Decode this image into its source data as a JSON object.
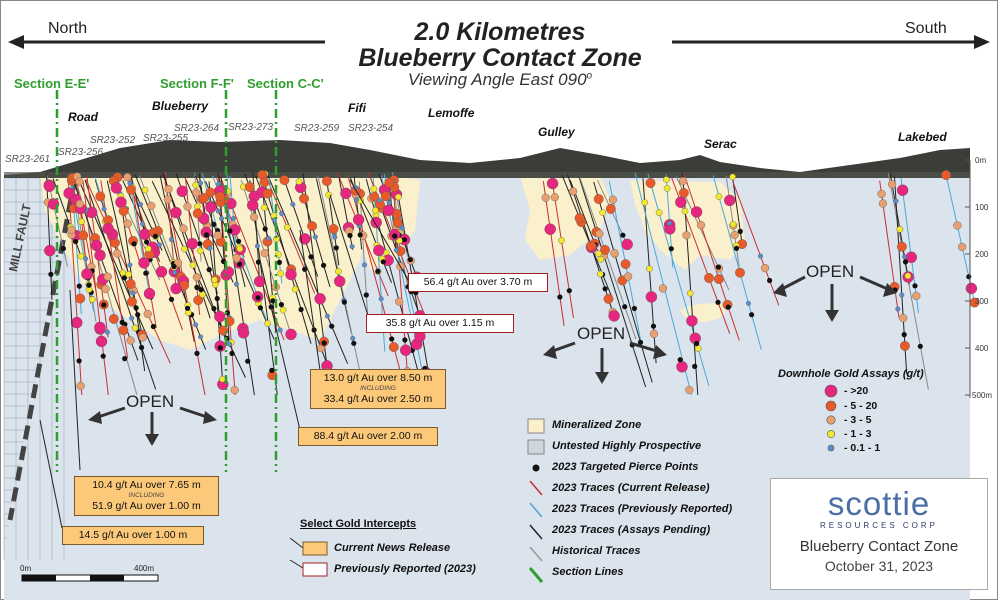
{
  "title": "2.0 Kilometres",
  "title2": "Blueberry Contact Zone",
  "subtitle": "Viewing Angle East 090",
  "subtitle_sup": "o",
  "directions": {
    "left": "North",
    "right": "South"
  },
  "sections": [
    "Section E-E'",
    "Section F-F'",
    "Section C-C'"
  ],
  "zones": [
    "Road",
    "Blueberry",
    "Fifi",
    "Lemoffe",
    "Gulley",
    "Serac",
    "Lakebed"
  ],
  "holes": [
    "SR23-261",
    "SR23-256",
    "SR23-252",
    "SR23-255",
    "SR23-264",
    "SR23-273",
    "SR23-259",
    "SR23-254"
  ],
  "depth_labels": [
    "0m",
    "100",
    "200",
    "300",
    "400",
    "500m"
  ],
  "fault_label": "MILL FAULT",
  "open_label": "OPEN",
  "intercepts": [
    {
      "text": "56.4 g/t Au over 3.70 m",
      "kind": "previous"
    },
    {
      "text": "35.8 g/t Au over 1.15 m",
      "kind": "previous"
    },
    {
      "text": "13.0 g/t Au over 8.50 m",
      "including": "INCLUDING",
      "text2": "33.4 g/t Au over 2.50 m",
      "kind": "current"
    },
    {
      "text": "88.4 g/t Au over 2.00 m",
      "kind": "current"
    },
    {
      "text": "10.4 g/t Au over 7.65 m",
      "including": "INCLUDING",
      "text2": "51.9 g/t Au over 1.00 m",
      "kind": "current"
    },
    {
      "text": "14.5 g/t Au over 1.00 m",
      "kind": "current"
    }
  ],
  "assay_legend": {
    "title": "Downhole Gold Assays (g/t)",
    "items": [
      {
        "label": "- >20",
        "color": "#e6267f"
      },
      {
        "label": "- 5 - 20",
        "color": "#e85a2a"
      },
      {
        "label": "- 3 - 5",
        "color": "#e8a070"
      },
      {
        "label": "- 1 - 3",
        "color": "#f2e830"
      },
      {
        "label": "- 0.1 - 1",
        "color": "#5a8ecf"
      }
    ]
  },
  "legend": [
    "Mineralized Zone",
    "Untested Highly Prospective",
    "2023 Targeted Pierce Points",
    "2023 Traces (Current Release)",
    "2023 Traces (Previously Reported)",
    "2023 Traces (Assays Pending)",
    "Historical Traces",
    "Section Lines"
  ],
  "select_gold": {
    "title": "Select Gold Intercepts",
    "current": "Current News Release",
    "previous": "Previously Reported (2023)"
  },
  "scale": {
    "start": "0m",
    "end": "400m"
  },
  "logo": {
    "name": "scottie",
    "sub": "RESOURCES CORP",
    "zone": "Blueberry Contact Zone",
    "date": "October 31, 2023"
  },
  "colors": {
    "mineralized": "#fbf0cc",
    "untested": "#cfd6df",
    "sky_bg": "#dde5ee",
    "section": "#2e9e2e",
    "trace_current": "#c83030",
    "trace_previous": "#4aa8d8",
    "trace_pending": "#222222",
    "trace_historical": "#888888"
  }
}
